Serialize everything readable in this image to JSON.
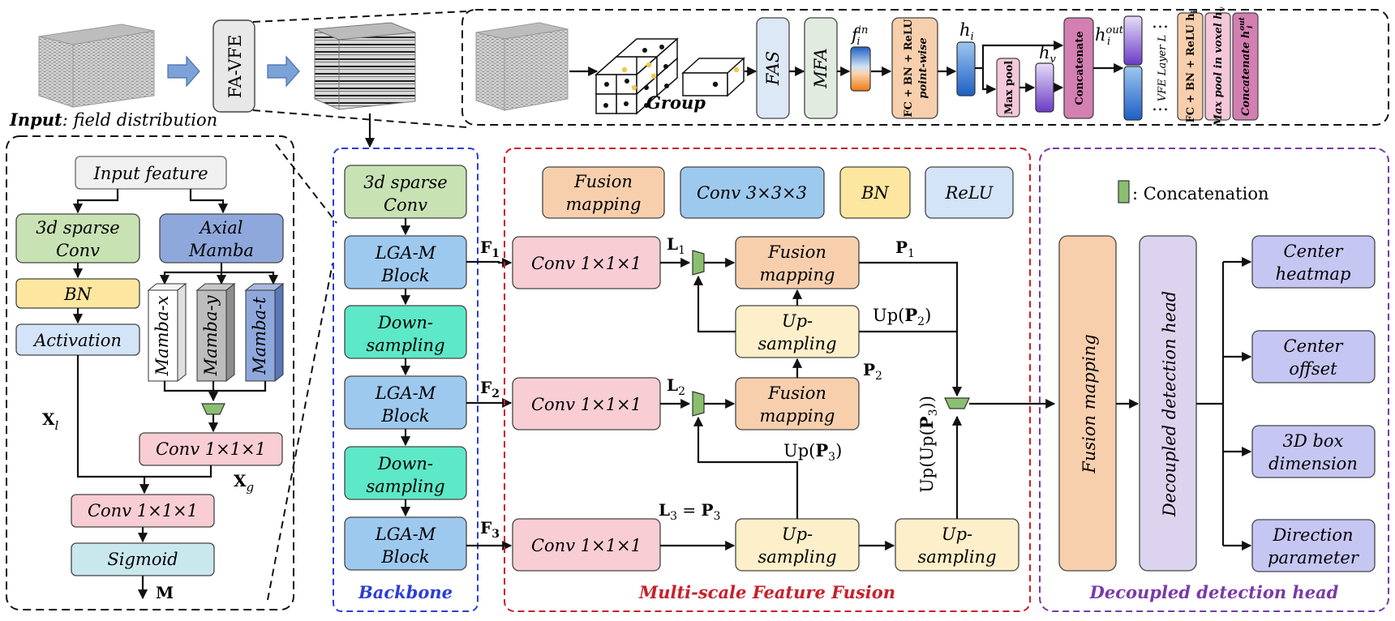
{
  "colors": {
    "green": "#c8e2b4",
    "blue": "#9ec9ee",
    "pink": "#f8cdd4",
    "orange": "#f8cfad",
    "cream": "#fcefc9",
    "teal": "#5de8c8",
    "yellow": "#fde7a0",
    "lightblue": "#d3e4f8",
    "purple": "#dcd3ee",
    "periwinkle": "#c6c6f3",
    "mauve": "#d37fb2",
    "maxpool": "#f4c7d9",
    "axial": "#8fa8dc",
    "sigmoid": "#c9e8ee",
    "gray": "#e8e8e8",
    "blue_border": "#2a3ed6",
    "red_border": "#c8202a",
    "purple_border": "#7a3aa8"
  },
  "top": {
    "input_label_bold": "Input",
    "input_label_rest": ": field distribution",
    "favfe": "FA-VFE",
    "group": "Group",
    "fas": "FAS",
    "mfa": "MFA",
    "f_in": "f",
    "f_in_sub": "i",
    "f_in_sup": "in",
    "fc_line1": "FC + BN + ReLU",
    "fc_line2": "point-wise",
    "h_i": "h",
    "h_i_sub": "i",
    "h_v": "h",
    "h_v_sub": "v",
    "maxpool": "Max pool",
    "concat": "Concatenate",
    "h_out": "h",
    "h_out_sub": "i",
    "h_out_sup": "out",
    "dots": "…",
    "vfe_layer": "VFE Layer L",
    "fc_last": "FC + BN + ReLU h",
    "fc_last_sub": "i",
    "maxpool_last": "Max pool in voxel h",
    "maxpool_last_sub": "v",
    "concat_last": "Concatenate h",
    "concat_last_sub": "i",
    "concat_last_sup": "out"
  },
  "lga": {
    "input_feature": "Input feature",
    "sparse_conv": [
      "3d sparse",
      "Conv"
    ],
    "axial_mamba": [
      "Axial",
      "Mamba"
    ],
    "bn": "BN",
    "activation": "Activation",
    "mamba_x": "Mamba-x",
    "mamba_y": "Mamba-y",
    "mamba_t": "Mamba-t",
    "conv_a": "Conv 1×1×1",
    "conv_b": "Conv 1×1×1",
    "sigmoid": "Sigmoid",
    "xl": "X",
    "xl_sub": "l",
    "xg": "X",
    "xg_sub": "g",
    "m": "M"
  },
  "backbone": {
    "title": "Backbone",
    "sparse_conv": [
      "3d sparse",
      "Conv"
    ],
    "lga_block": [
      "LGA-M",
      "Block"
    ],
    "downsampling": [
      "Down-",
      "sampling"
    ],
    "f": "F",
    "f_subs": [
      "1",
      "2",
      "3"
    ]
  },
  "fusion": {
    "title": "Multi-scale Feature Fusion",
    "legend_fusion": [
      "Fusion",
      "mapping"
    ],
    "legend_conv": "Conv 3×3×3",
    "legend_bn": "BN",
    "legend_relu": "ReLU",
    "conv": "Conv 1×1×1",
    "fusion_mapping": [
      "Fusion",
      "mapping"
    ],
    "upsampling": [
      "Up-",
      "sampling"
    ],
    "l": "L",
    "p": "P",
    "subs": [
      "1",
      "2",
      "3"
    ],
    "up_p2": "Up(",
    "up_p3": "Up(",
    "l3_eq": " = ",
    "upup_p3": "Up(Up(",
    "close": ")",
    "close2": "))"
  },
  "head": {
    "title": "Decoupled detection head",
    "concat_legend": ": Concatenation",
    "fusion_mapping": "Fusion mapping",
    "decoupled": "Decoupled detection head",
    "outputs": [
      [
        "Center",
        "heatmap"
      ],
      [
        "Center",
        "offset"
      ],
      [
        "3D box",
        "dimension"
      ],
      [
        "Direction",
        "parameter"
      ]
    ]
  }
}
